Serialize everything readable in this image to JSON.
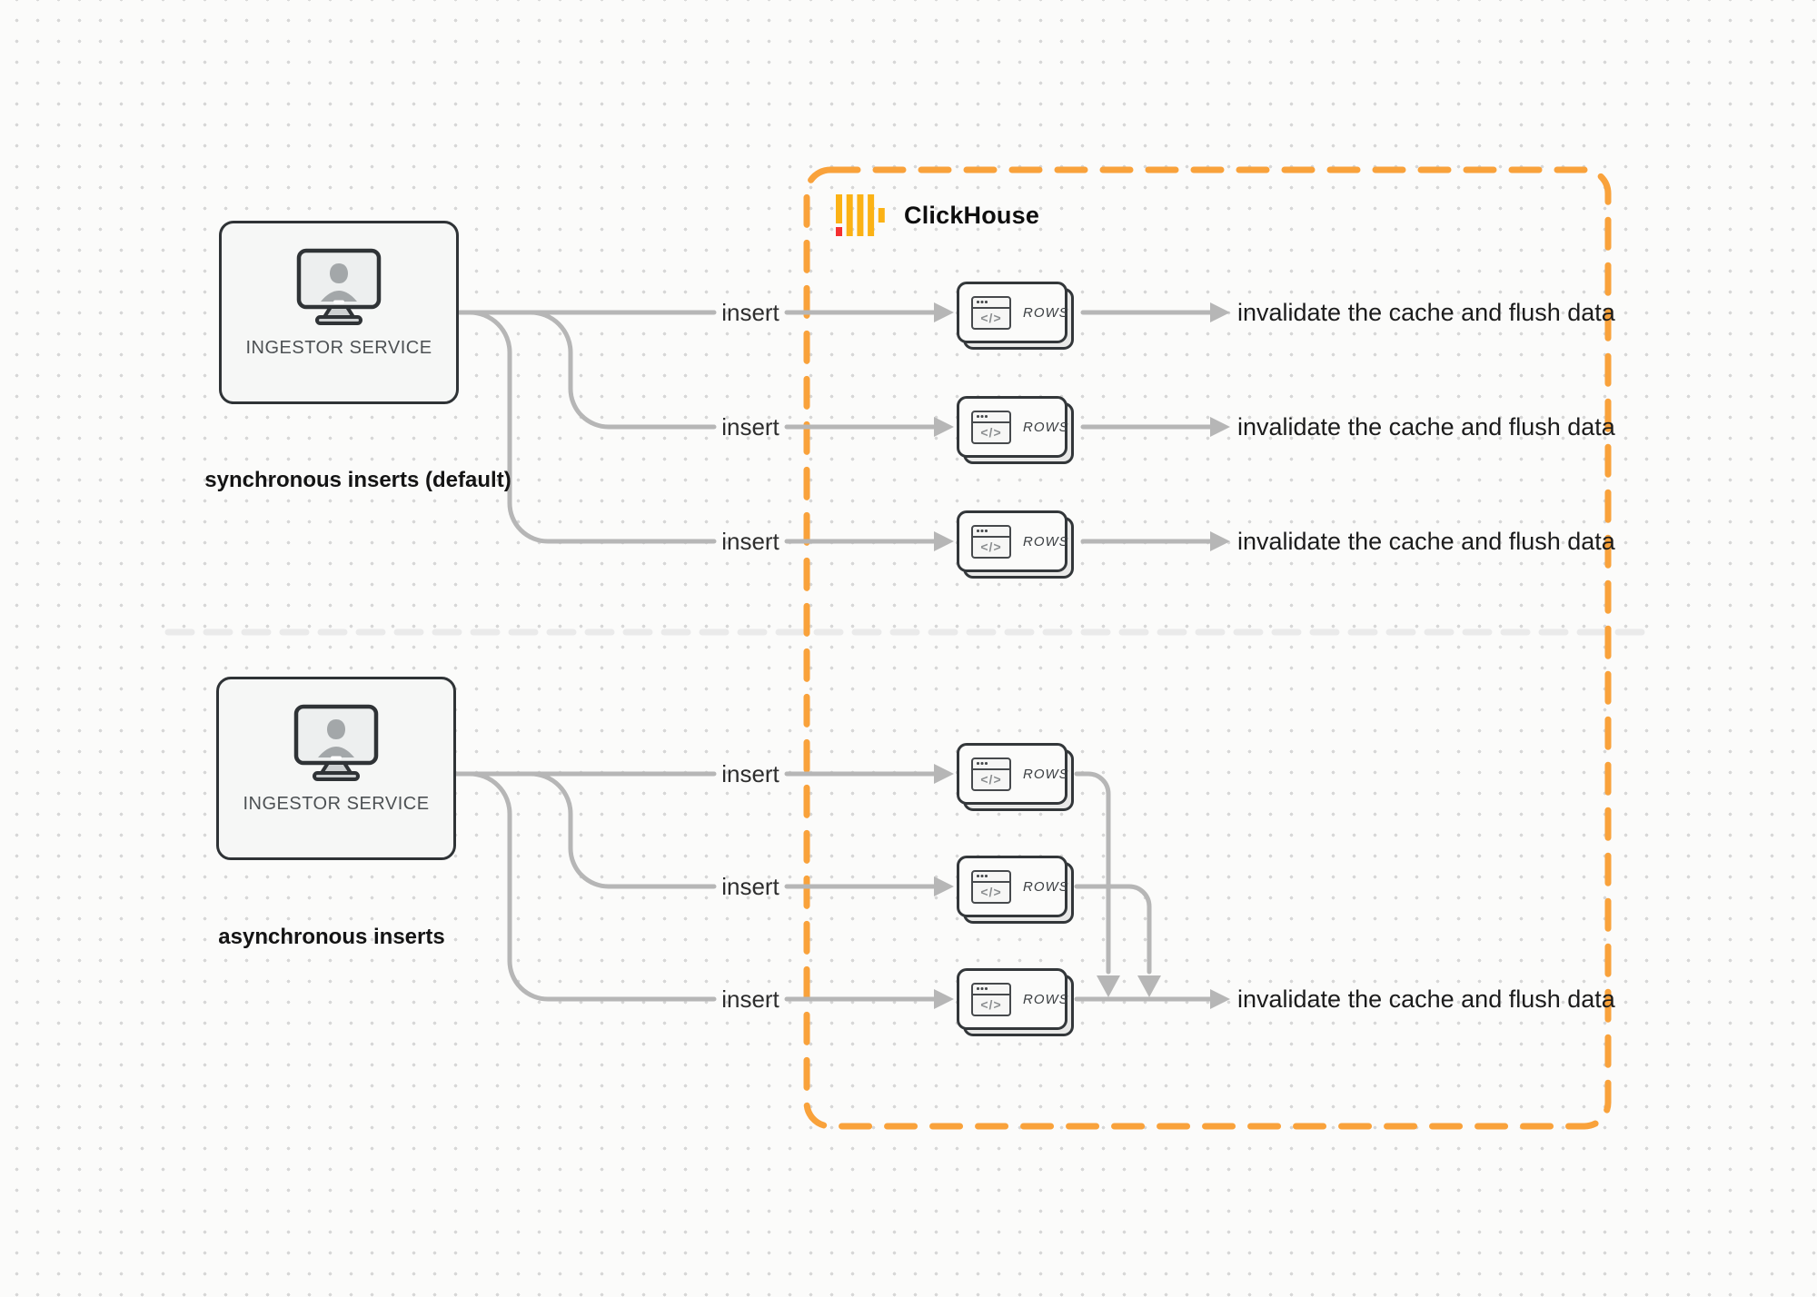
{
  "clickhouse": {
    "label": "ClickHouse",
    "bar_color": "#FBB215",
    "red_color": "#F53030"
  },
  "sync_section": {
    "service_label": "INGESTOR SERVICE",
    "caption": "synchronous inserts (default)",
    "rows": [
      {
        "insert_label": "insert",
        "result_label": "invalidate the cache and flush data"
      },
      {
        "insert_label": "insert",
        "result_label": "invalidate the cache and flush data"
      },
      {
        "insert_label": "insert",
        "result_label": "invalidate the cache and flush data"
      }
    ]
  },
  "async_section": {
    "service_label": "INGESTOR SERVICE",
    "caption": "asynchronous inserts",
    "rows": [
      {
        "insert_label": "insert"
      },
      {
        "insert_label": "insert"
      },
      {
        "insert_label": "insert"
      }
    ],
    "result_label": "invalidate the cache and flush data"
  },
  "rows_card": {
    "label": "ROWS",
    "icon_glyph": "</>"
  },
  "colors": {
    "accent_orange": "#F9A23B",
    "connector_gray": "#b6b6b6",
    "divider_gray": "#eaeaea",
    "box_border": "#2f3336"
  }
}
